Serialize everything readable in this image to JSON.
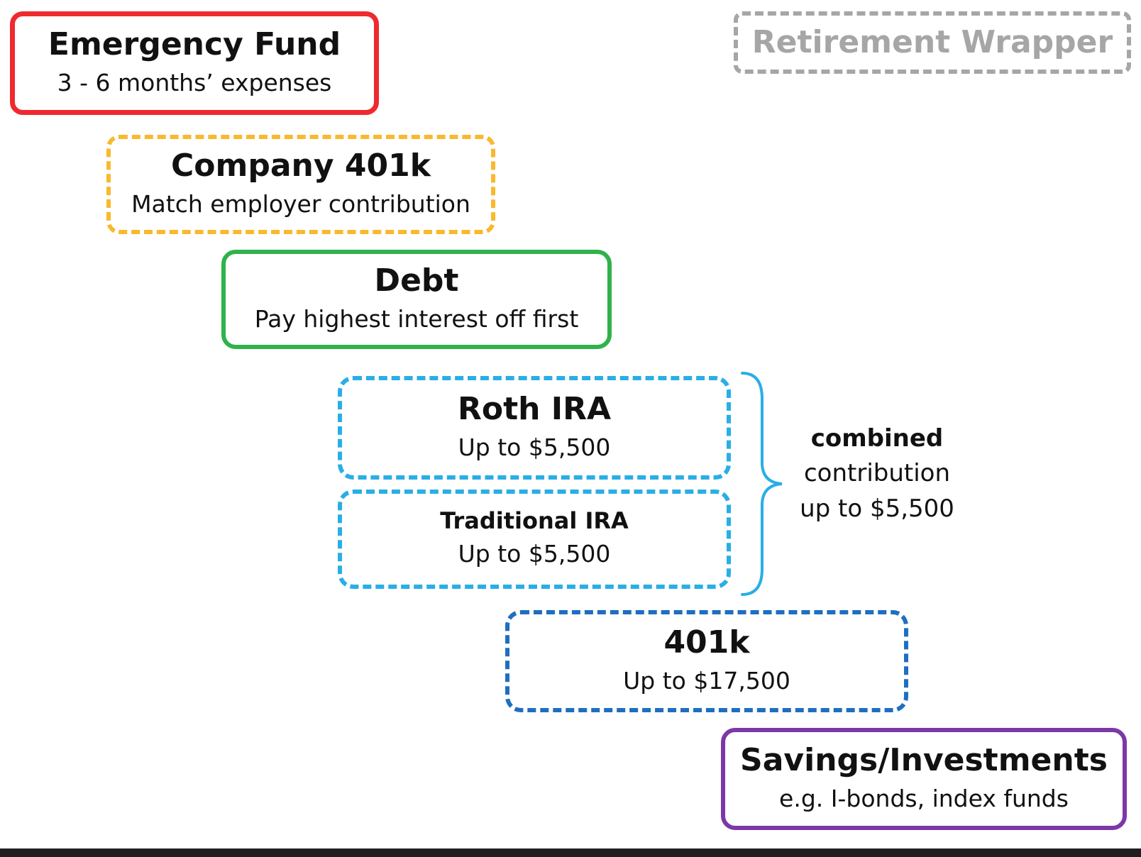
{
  "legend": {
    "wrapper_label": "Retirement Wrapper"
  },
  "steps": {
    "emergency_fund": {
      "title": "Emergency Fund",
      "subtitle": "3 - 6 months’ expenses",
      "color": "#ee2a2f"
    },
    "company_401k": {
      "title": "Company 401k",
      "subtitle": "Match employer contribution",
      "color": "#f9b92d"
    },
    "debt": {
      "title": "Debt",
      "subtitle": "Pay highest interest off first",
      "color": "#2fb24a"
    },
    "roth_ira": {
      "title": "Roth IRA",
      "subtitle": "Up to $5,500",
      "color": "#29aee6"
    },
    "traditional_ira": {
      "title": "Traditional IRA",
      "subtitle": "Up to $5,500",
      "color": "#29aee6"
    },
    "k401": {
      "title": "401k",
      "subtitle": "Up to $17,500",
      "color": "#1e6fc0"
    },
    "savings": {
      "title": "Savings/Investments",
      "subtitle": "e.g. I-bonds, index funds",
      "color": "#7d38a8"
    }
  },
  "combined_note": {
    "line1": "combined",
    "line2": "contribution",
    "line3": "up to $5,500"
  }
}
